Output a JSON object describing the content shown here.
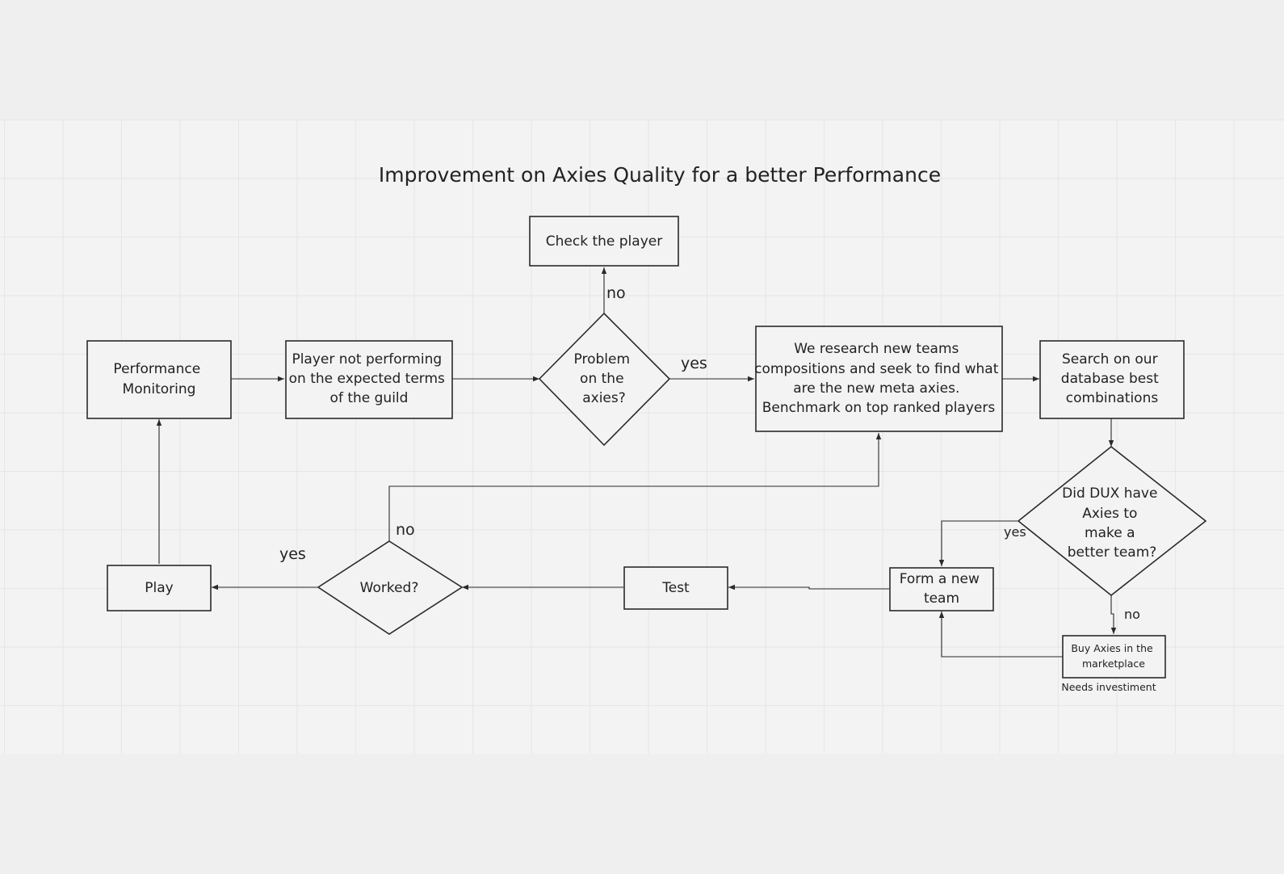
{
  "title": "Improvement on Axies Quality for a better Performance",
  "nodes": {
    "performance_monitoring": [
      "Performance",
      "Monitoring"
    ],
    "player_not_performing": [
      "Player not performing",
      "on the expected terms",
      "of the guild"
    ],
    "problem_on_axies": [
      "Problem",
      "on the",
      "axies?"
    ],
    "check_player": [
      "Check the player"
    ],
    "research": [
      "We research new teams",
      "compositions and seek to find what",
      "are the new meta axies.",
      "Benchmark on top ranked players"
    ],
    "search_database": [
      "Search on our",
      "database best",
      "combinations"
    ],
    "did_dux_have": [
      "Did DUX have",
      "Axies to",
      "make a",
      "better team?"
    ],
    "form_team": [
      "Form a new",
      "team"
    ],
    "buy_axies": [
      "Buy Axies in the",
      "marketplace"
    ],
    "test": [
      "Test"
    ],
    "worked": [
      "Worked?"
    ],
    "play": [
      "Play"
    ]
  },
  "edge_labels": {
    "problem_no": "no",
    "problem_yes": "yes",
    "dux_yes": "yes",
    "dux_no": "no",
    "worked_no": "no",
    "worked_yes": "yes"
  },
  "notes": {
    "buy_note": "Needs investiment"
  }
}
